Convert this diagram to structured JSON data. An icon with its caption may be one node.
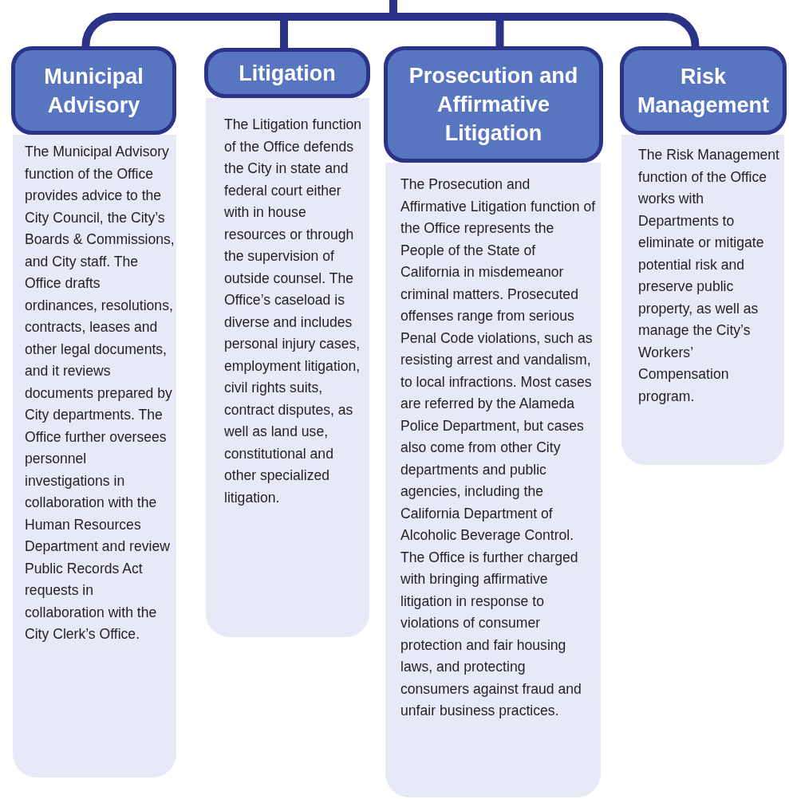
{
  "diagram": {
    "nodes": [
      {
        "text": [
          "Municipal Advisory"
        ]
      },
      {
        "text": [
          "The Municipal Advisory function of the Office provides advice to the City Council, the City’s Boards & Commissions, and City staff. The Office drafts ordinances, resolutions, contracts, leases and other legal documents, and it reviews documents prepared by City departments. The Office further oversees personnel investigations in collaboration with the Human Resources Department and review Public Records Act requests in collaboration with the City Clerk’s Office."
        ]
      },
      {
        "text": [
          "Litigation"
        ]
      },
      {
        "text": [
          "The Litigation function of the Office defends the City in state and federal court either with in house resources or through the supervision of outside counsel. The Office’s caseload is diverse and includes personal injury cases, employment litigation, civil rights suits, contract disputes, as well as land use, constitutional and other specialized litigation."
        ]
      },
      {
        "text": [
          "Prosecution and Affirmative Litigation"
        ]
      },
      {
        "text": [
          "The Prosecution and Affirmative Litigation function of the Office represents the People of the State of California in misdemeanor criminal matters. Prosecuted offenses range from serious Penal Code violations, such as resisting arrest and vandalism, to local infractions. Most cases are referred by the Alameda Police Department, but cases also come from other City departments and public agencies, including the California Department of Alcoholic Beverage Control. The Office is further charged with bringing affirmative litigation in response to violations of consumer protection and fair housing laws, and protecting consumers against fraud and unfair business practices."
        ]
      },
      {
        "text": [
          "Risk Management"
        ]
      },
      {
        "text": [
          "The Risk Management function of the Office works with Departments to eliminate or mitigate potential risk and preserve public property, as well as manage the City’s Workers’ Compensation program."
        ]
      }
    ],
    "edges": [
      {
        "from": null,
        "to": 0,
        "arrow": "none"
      },
      {
        "from": null,
        "to": 2,
        "arrow": "none"
      },
      {
        "from": null,
        "to": 4,
        "arrow": "none"
      },
      {
        "from": null,
        "to": 6,
        "arrow": "none"
      }
    ]
  }
}
